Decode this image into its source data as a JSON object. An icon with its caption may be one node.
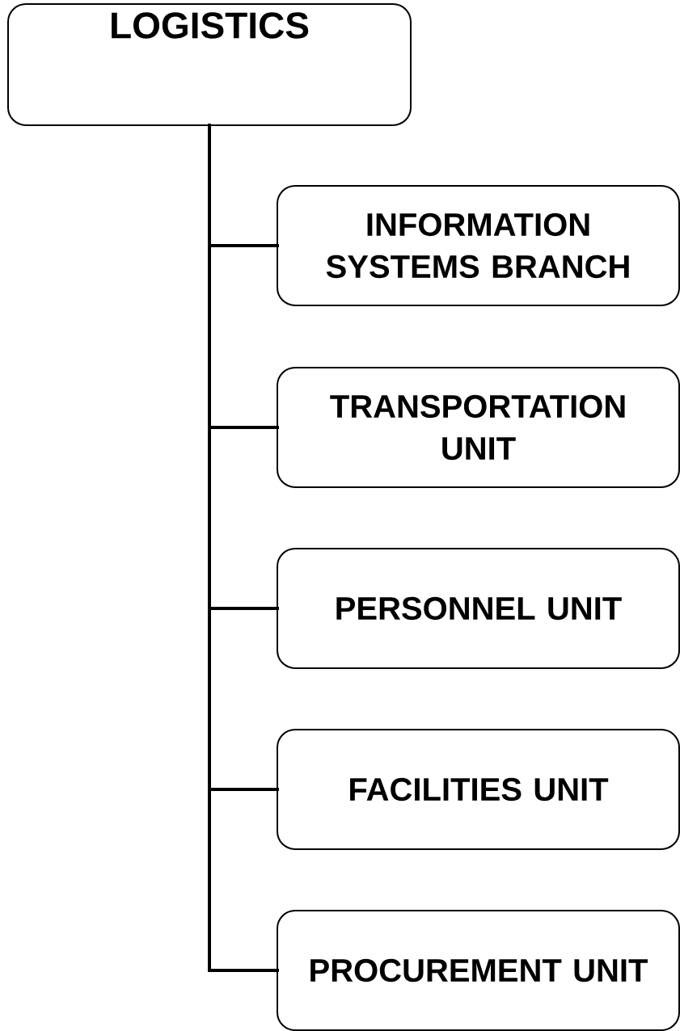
{
  "diagram": {
    "nodes": [
      {
        "text": [
          "LOGISTICS"
        ]
      },
      {
        "text": [
          "INFORMATION SYSTEMS BRANCH"
        ]
      },
      {
        "text": [
          "TRANSPORTATION UNIT"
        ]
      },
      {
        "text": [
          "PERSONNEL UNIT"
        ]
      },
      {
        "text": [
          "FACILITIES UNIT"
        ]
      },
      {
        "text": [
          "PROCUREMENT UNIT"
        ]
      }
    ],
    "edges": [
      {
        "from": 0,
        "to": 1,
        "arrow": "none"
      },
      {
        "from": 0,
        "to": 2,
        "arrow": "none"
      },
      {
        "from": 0,
        "to": 3,
        "arrow": "none"
      },
      {
        "from": 0,
        "to": 4,
        "arrow": "none"
      },
      {
        "from": 0,
        "to": 5,
        "arrow": "none"
      }
    ]
  }
}
